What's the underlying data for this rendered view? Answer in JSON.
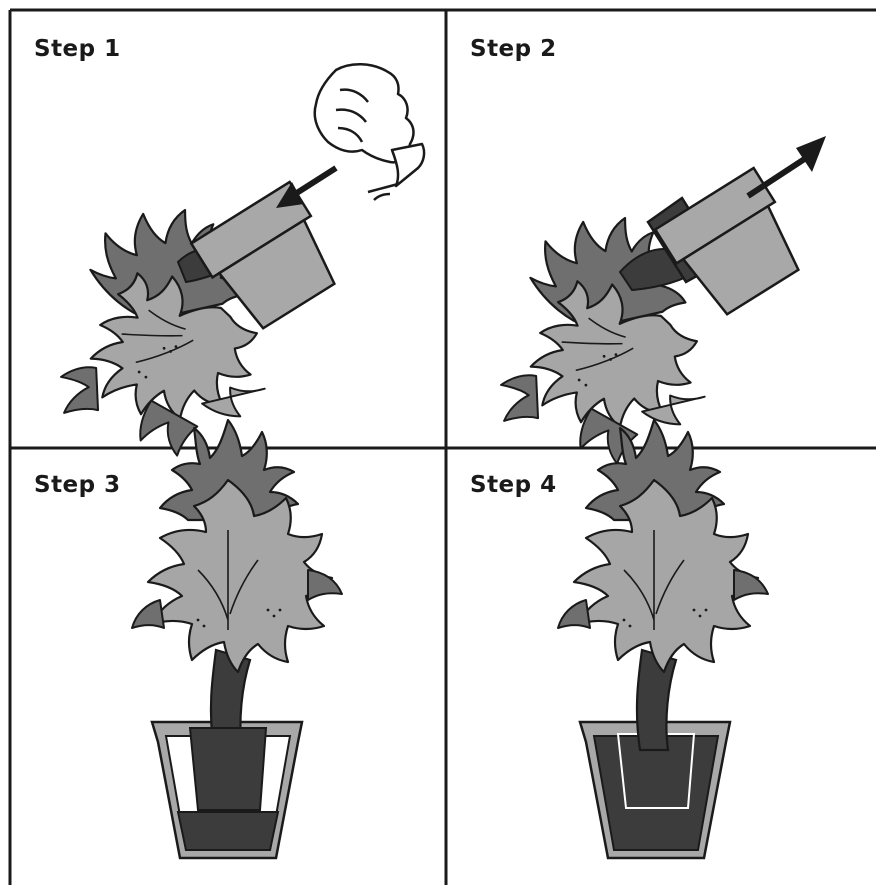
{
  "steps": [
    {
      "label": "Step 1"
    },
    {
      "label": "Step 2"
    },
    {
      "label": "Step 3"
    },
    {
      "label": "Step 4"
    }
  ],
  "colors": {
    "line": "#1a1a1a",
    "leaf_light": "#a6a6a6",
    "leaf_dark": "#6f6f6f",
    "pot": "#a8a8a8",
    "soil": "#3c3c3c",
    "background": "#ffffff"
  },
  "icons": [
    "hand-icon",
    "arrow-in-icon",
    "arrow-out-icon",
    "plant-icon",
    "pot-icon"
  ]
}
